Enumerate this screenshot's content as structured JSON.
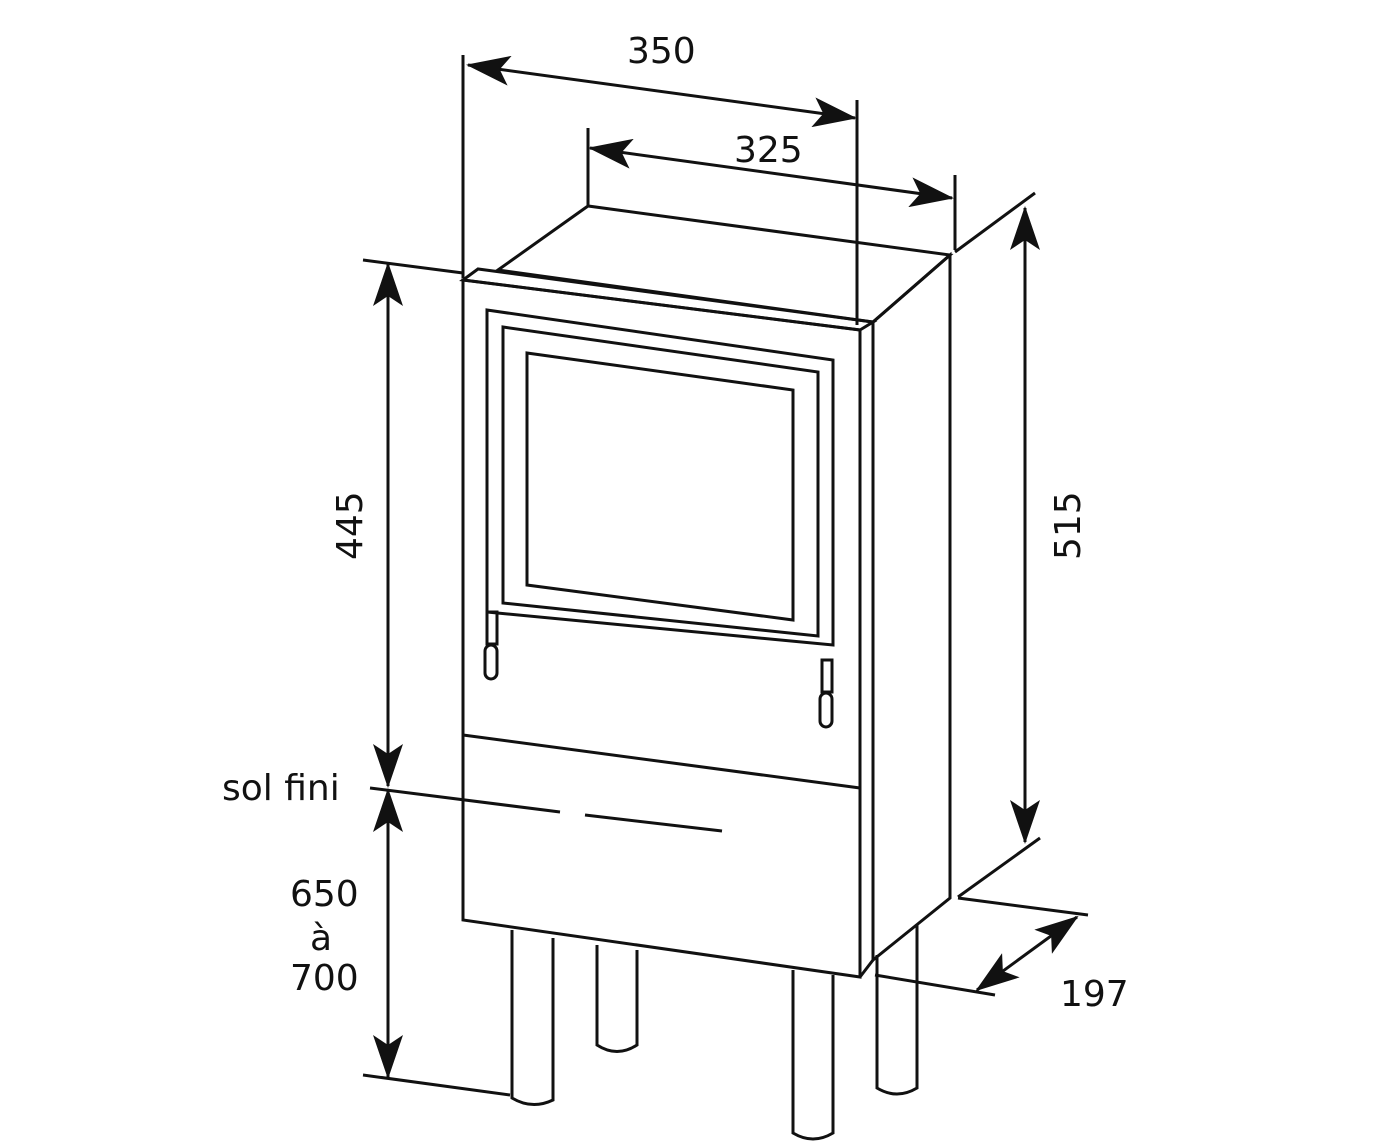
{
  "dimensions": {
    "overall_width": "350",
    "inner_width": "325",
    "height_above_floor": "445",
    "total_height": "515",
    "depth": "197",
    "floor_label": "sol fini",
    "floor_height_line1": "650",
    "floor_height_line2": "à",
    "floor_height_line3": "700"
  }
}
